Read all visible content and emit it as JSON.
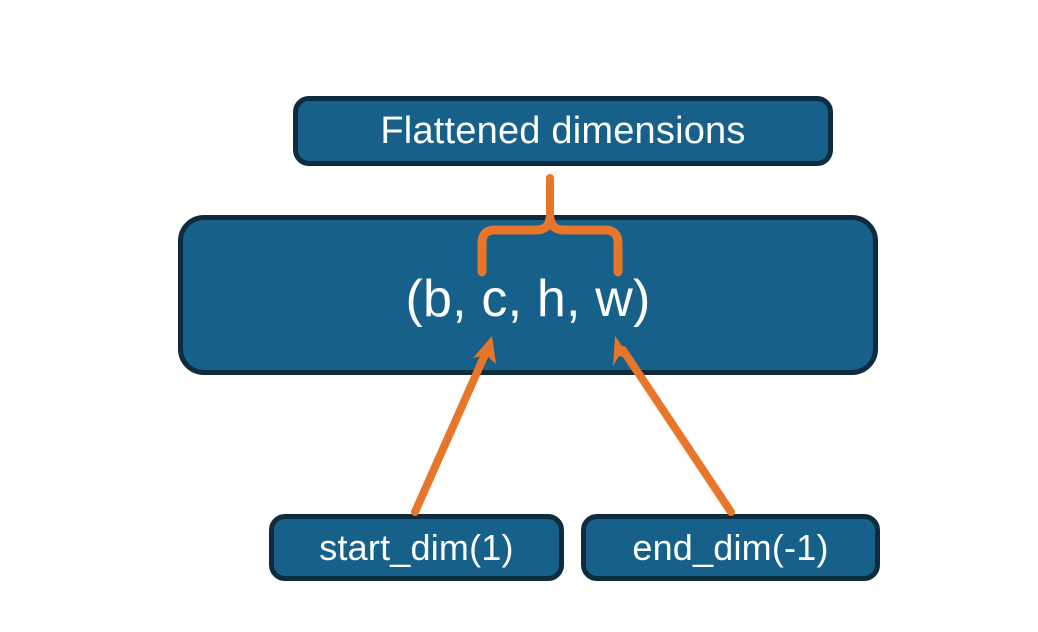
{
  "diagram": {
    "title": "Flatten start_dim / end_dim over tensor shape",
    "background_color": "#ffffff",
    "node_fill_color": "#16608a",
    "node_border_color": "#0e2c3d",
    "node_text_color": "#ffffff",
    "accent_color": "#e8762a",
    "nodes": [
      {
        "id": "flattened",
        "label": "Flattened dimensions",
        "role": "annotation-box-top"
      },
      {
        "id": "shape",
        "label": "(b, c, h, w)",
        "role": "tensor-shape-box"
      },
      {
        "id": "start_dim",
        "label": "start_dim(1)",
        "role": "argument-box-left"
      },
      {
        "id": "end_dim",
        "label": "end_dim(-1)",
        "role": "argument-box-right"
      }
    ],
    "connectors": [
      {
        "id": "brace",
        "type": "curly-brace",
        "from": "shape.c-through-w",
        "to": "flattened",
        "color": "#e8762a"
      },
      {
        "id": "arrow-start-dim",
        "type": "arrow",
        "from": "start_dim",
        "to": "shape.c",
        "color": "#e8762a"
      },
      {
        "id": "arrow-end-dim",
        "type": "arrow",
        "from": "end_dim",
        "to": "shape.w",
        "color": "#e8762a"
      }
    ]
  },
  "chart_data": {
    "type": "diagram",
    "title": "Flattened dimensions of (b, c, h, w)",
    "shape_tuple": [
      "b",
      "c",
      "h",
      "w"
    ],
    "start_dim": 1,
    "end_dim": -1,
    "flattened_span": [
      "c",
      "h",
      "w"
    ]
  }
}
